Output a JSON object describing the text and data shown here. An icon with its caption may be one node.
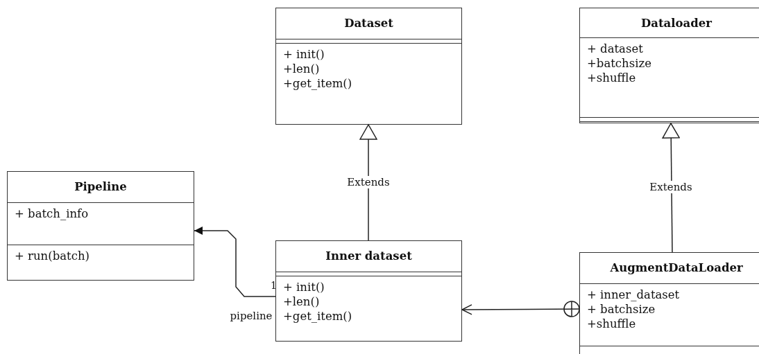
{
  "diagram": {
    "nodes": [
      {
        "text": [
          "Dataset",
          "+ init() +len() +get_item()"
        ]
      },
      {
        "text": [
          "Dataloader",
          "+ dataset +batchsize +shuffle"
        ]
      },
      {
        "text": [
          "Pipeline",
          "+ batch_info",
          "+ run(batch)"
        ]
      },
      {
        "text": [
          "Inner dataset",
          "+ init() +len() +get_item()"
        ]
      },
      {
        "text": [
          "AugmentDataLoader",
          "+ inner_dataset + batchsize +shuffle"
        ]
      }
    ],
    "edges": [
      {
        "from": 3,
        "to": 0,
        "arrow": "to",
        "label": "Extends"
      },
      {
        "from": 4,
        "to": 1,
        "arrow": "to",
        "label": "Extends"
      },
      {
        "from": 3,
        "to": 2,
        "arrow": "to",
        "label": "pipeline"
      },
      {
        "from": 4,
        "to": 3,
        "arrow": "to"
      }
    ],
    "labels": [
      "1"
    ]
  }
}
